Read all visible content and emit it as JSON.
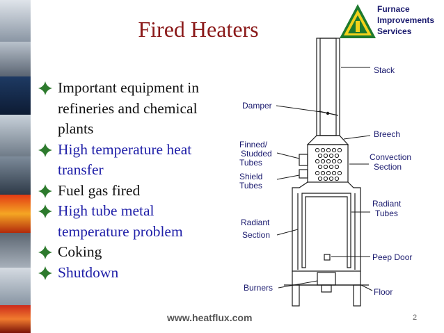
{
  "title": "Fired Heaters",
  "bullets": [
    {
      "text": "Important equipment in refineries and chemical plants",
      "lines": [
        "Important equipment in",
        "refineries and chemical",
        "plants"
      ],
      "color": "#111111"
    },
    {
      "text": "High temperature heat transfer",
      "lines": [
        "High temperature heat",
        "transfer"
      ],
      "color": "#1f1fa8"
    },
    {
      "text": "Fuel gas fired",
      "lines": [
        "Fuel gas fired"
      ],
      "color": "#111111"
    },
    {
      "text": "High tube metal temperature problem",
      "lines": [
        "High tube metal",
        "temperature problem"
      ],
      "color": "#1f1fa8"
    },
    {
      "text": "Coking",
      "lines": [
        "Coking"
      ],
      "color": "#111111"
    },
    {
      "text": "Shutdown",
      "lines": [
        "Shutdown"
      ],
      "color": "#1f1fa8"
    }
  ],
  "logo": {
    "lines": [
      "Furnace",
      "Improvements",
      "Services"
    ],
    "badge_colors": [
      "#1e7a2e",
      "#f2d21b"
    ]
  },
  "diagram": {
    "labels": {
      "stack": "Stack",
      "damper": "Damper",
      "breech": "Breech",
      "finned_tubes": [
        "Finned/",
        "Studded",
        "Tubes"
      ],
      "shield_tubes": [
        "Shield",
        "Tubes"
      ],
      "convection_section": [
        "Convection",
        "Section"
      ],
      "radiant_tubes": [
        "Radiant",
        "Tubes"
      ],
      "radiant_section": [
        "Radiant",
        "Section"
      ],
      "peep_door": "Peep Door",
      "burners": "Burners",
      "floor": "Floor"
    }
  },
  "footer": "www.heatflux.com",
  "page_number": "2",
  "colors": {
    "title": "#8b1a1a",
    "bullet_marker": "#2d7a2d",
    "label": "#1a1a6e"
  }
}
